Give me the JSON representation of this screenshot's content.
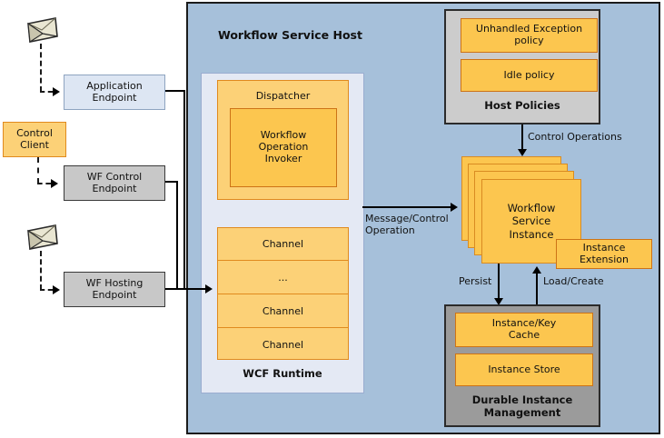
{
  "diagram": {
    "title": "Workflow Service Host",
    "host_container": {
      "label": "Workflow Service Host"
    },
    "wcf_runtime": {
      "label": "WCF Runtime",
      "dispatcher": {
        "label": "Dispatcher",
        "inner": "Workflow\nOperation\nInvoker"
      },
      "channels": [
        {
          "label": "Channel"
        },
        {
          "label": "..."
        },
        {
          "label": "Channel"
        },
        {
          "label": "Channel"
        }
      ]
    },
    "clients": {
      "control_client": "Control\nClient",
      "message_icon_1": "envelope-icon",
      "message_icon_2": "envelope-icon"
    },
    "endpoints": [
      {
        "id": "application-endpoint",
        "label": "Application\nEndpoint",
        "style": "lightblue"
      },
      {
        "id": "wf-control-endpoint",
        "label": "WF Control\nEndpoint",
        "style": "gray"
      },
      {
        "id": "wf-hosting-endpoint",
        "label": "WF Hosting\nEndpoint",
        "style": "gray"
      }
    ],
    "host_policies": {
      "title": "Host Policies",
      "items": [
        {
          "label": "Unhandled Exception\npolicy"
        },
        {
          "label": "Idle policy"
        }
      ]
    },
    "service_instance": {
      "label": "Workflow\nService\nInstance",
      "stack_count": 4,
      "extension": "Instance Extension"
    },
    "durable_instance_management": {
      "title": "Durable Instance\nManagement",
      "items": [
        {
          "label": "Instance/Key\nCache"
        },
        {
          "label": "Instance Store"
        }
      ]
    },
    "connector_labels": {
      "message_control_operation": "Message/Control\nOperation",
      "control_operations": "Control Operations",
      "persist": "Persist",
      "load_create": "Load/Create"
    },
    "colors": {
      "host_background": "#a6c0da",
      "wcf_panel": "#e4e9f4",
      "orange_light": "#fcd177",
      "orange_dark": "#fcc64f",
      "orange_border": "#e08a1e",
      "endpoint_lightblue": "#dde6f3",
      "endpoint_gray": "#c8c8c8",
      "policies_gray": "#cccccc",
      "durable_gray": "#9b9b9b",
      "line": "#000000",
      "text": "#111111"
    }
  }
}
